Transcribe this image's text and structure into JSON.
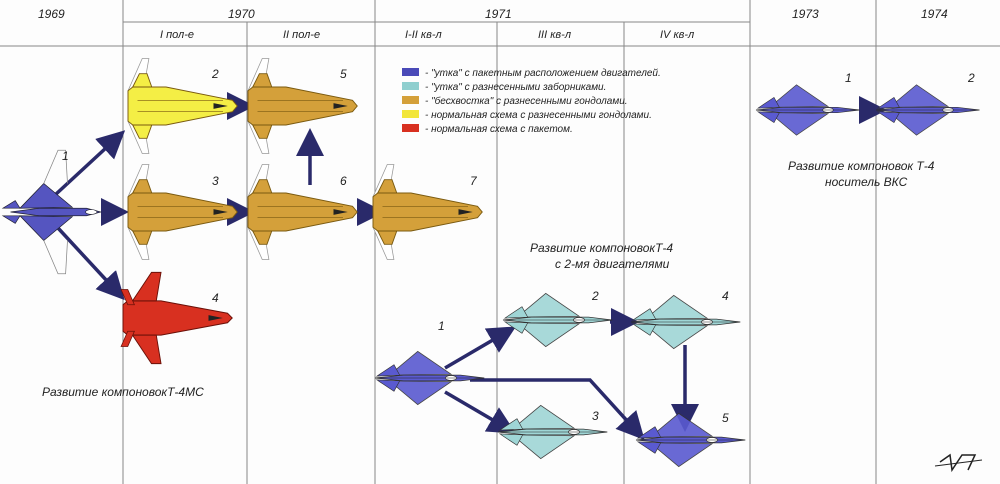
{
  "years": {
    "y1969": "1969",
    "y1970": "1970",
    "y1971": "1971",
    "y1973": "1973",
    "y1974": "1974"
  },
  "periods": {
    "p1970a": "I пол-е",
    "p1970b": "II пол-е",
    "p1971a": "I-II кв-л",
    "p1971b": "III кв-л",
    "p1971c": "IV кв-л"
  },
  "legend": [
    {
      "color": "#4a4ab8",
      "text": "- \"утка\" с пакетным расположением двигателей."
    },
    {
      "color": "#8fcfcf",
      "text": "- \"утка\" с разнесенными заборниками."
    },
    {
      "color": "#d4a03a",
      "text": "- \"бесхвостка\" с разнесенными гондолами."
    },
    {
      "color": "#f2e63a",
      "text": "- нормальная схема с разнесенными гондолами."
    },
    {
      "color": "#d83020",
      "text": "- нормальная схема с пакетом."
    }
  ],
  "captions": {
    "t4ms": "Развитие компоновокТ-4МС",
    "twin_line1": "Развитие компоновокТ-4",
    "twin_line2": "с 2-мя двигателями",
    "vks_line1": "Развитие компоновок Т-4",
    "vks_line2": "носитель ВКС"
  },
  "numbers": {
    "ms1": "1",
    "ms2": "2",
    "ms3": "3",
    "ms4": "4",
    "ms5": "5",
    "ms6": "6",
    "ms7": "7",
    "tw1": "1",
    "tw2": "2",
    "tw3": "3",
    "tw4": "4",
    "tw5": "5",
    "vk1": "1",
    "vk2": "2"
  },
  "signature": "НГ"
}
